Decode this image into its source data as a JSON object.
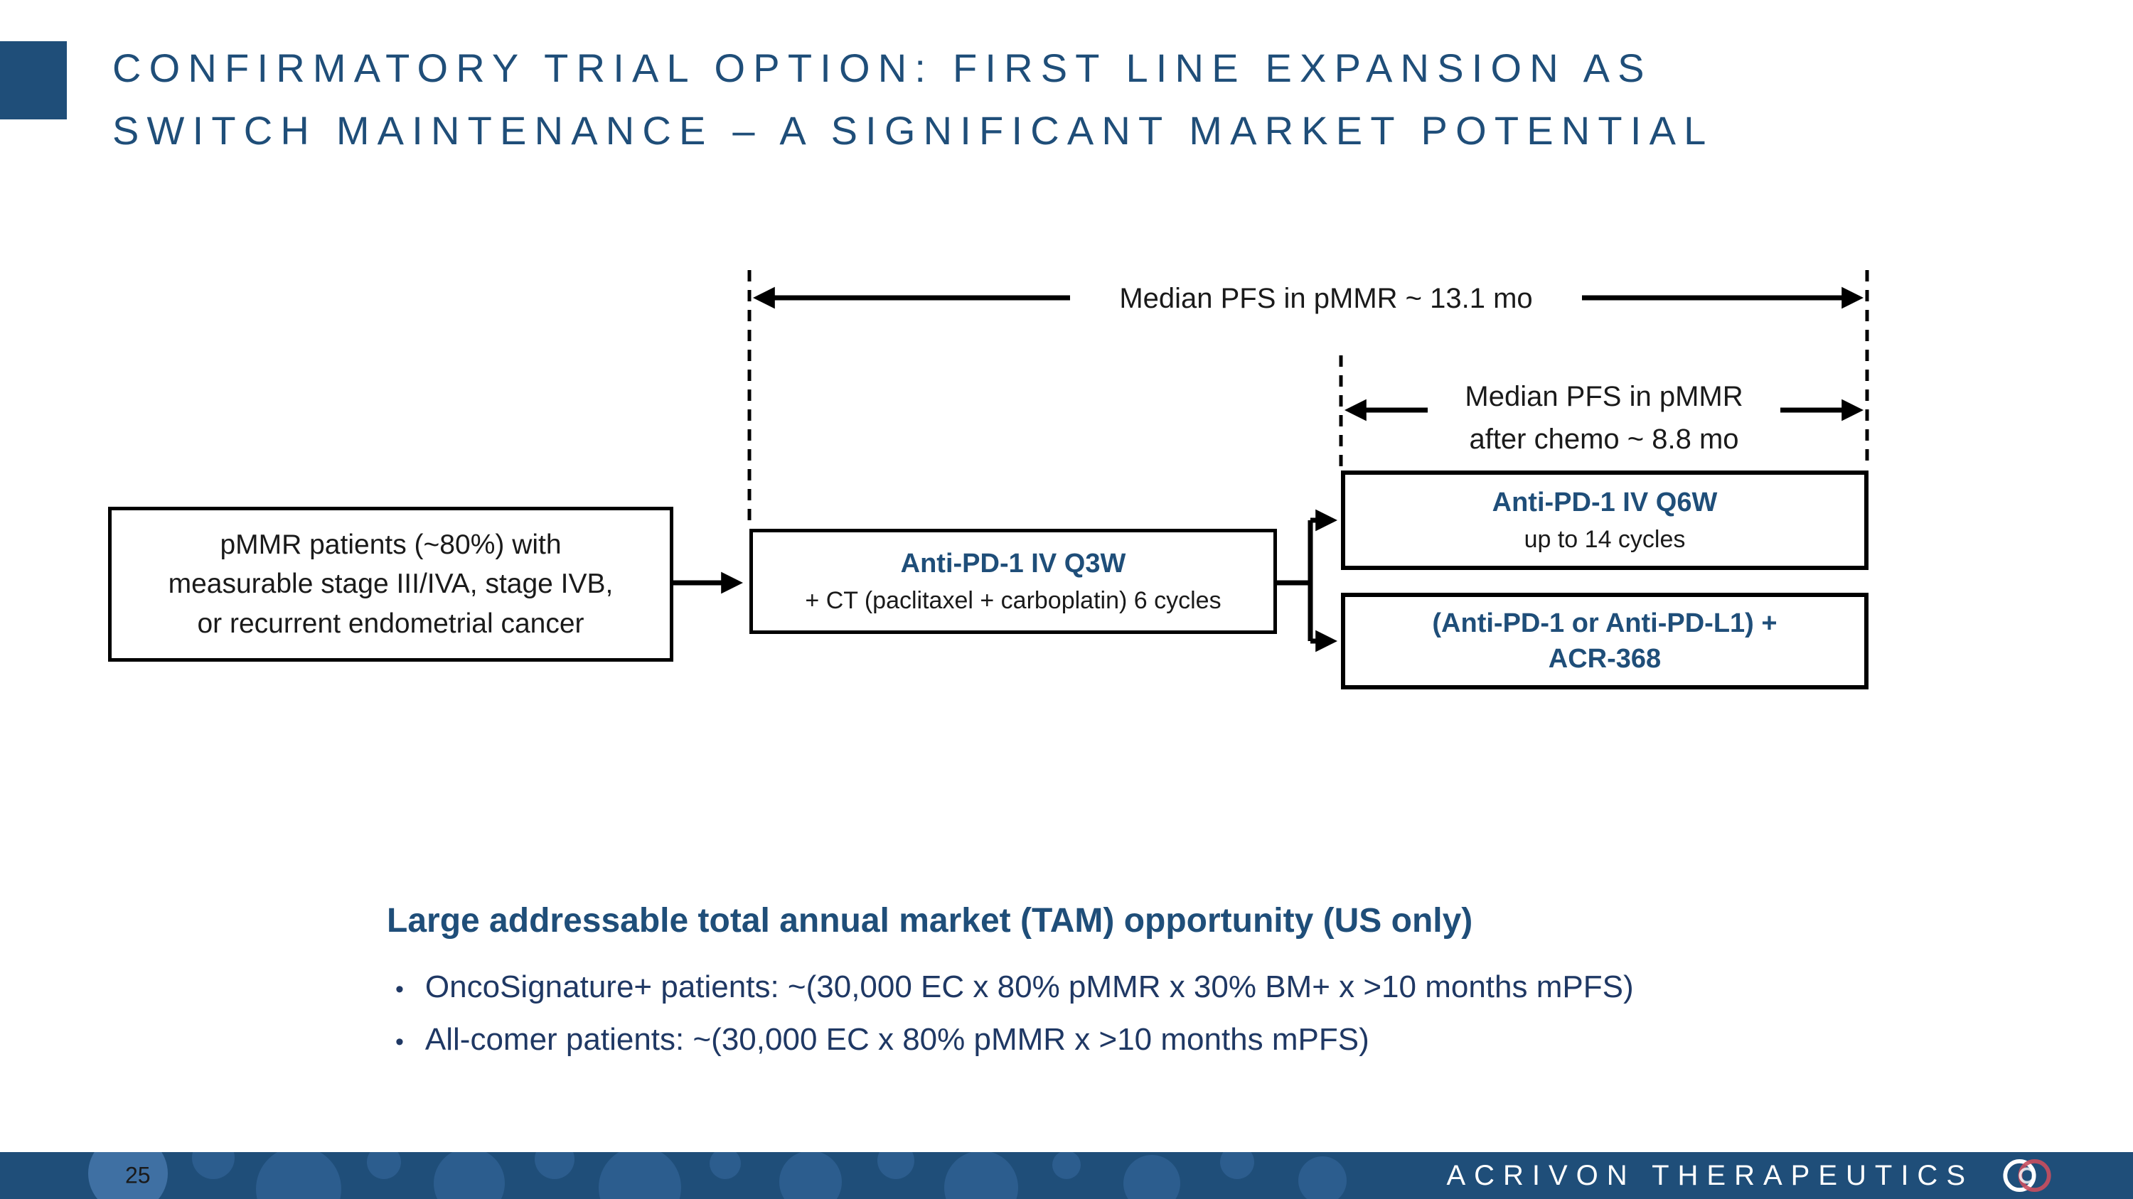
{
  "colors": {
    "accent": "#1F4E79",
    "body_text": "#1A1A1A",
    "bullet_text": "#1F3864",
    "box_border": "#000000",
    "footer_bg": "#1F4E79",
    "footer_circle": "#3A6CA3",
    "brand_text": "#FFFFFF",
    "logo_red": "#C94F5E",
    "page_number_text": "#1A1A1A"
  },
  "title": {
    "line1": "CONFIRMATORY TRIAL OPTION: FIRST LINE EXPANSION AS",
    "line2": "SWITCH MAINTENANCE – A SIGNIFICANT MARKET POTENTIAL"
  },
  "diagram": {
    "patients_box": {
      "lines": [
        "pMMR patients (~80%) with",
        "measurable stage III/IVA, stage IVB,",
        "or recurrent endometrial cancer"
      ]
    },
    "chemo_box": {
      "title": "Anti-PD-1 IV Q3W",
      "subtitle": "+ CT (paclitaxel + carboplatin) 6 cycles"
    },
    "maintenance_box_1": {
      "title": "Anti-PD-1 IV Q6W",
      "subtitle": "up to 14 cycles"
    },
    "maintenance_box_2": {
      "lines": [
        "(Anti-PD-1 or Anti-PD-L1) +",
        "ACR-368"
      ]
    },
    "pfs_total_label": "Median PFS in pMMR ~ 13.1 mo",
    "pfs_after_chemo_label": {
      "lines": [
        "Median PFS in pMMR",
        "after chemo ~ 8.8 mo"
      ]
    }
  },
  "tam": {
    "heading": "Large addressable total annual market (TAM) opportunity (US only)",
    "bullet_glyph": "•",
    "bullets": [
      "OncoSignature+ patients: ~(30,000 EC x 80% pMMR x 30% BM+ x >10 months mPFS)",
      "All-comer patients: ~(30,000 EC x 80% pMMR x >10 months mPFS)"
    ]
  },
  "footer": {
    "page_number": "25",
    "brand": "ACRIVON THERAPEUTICS",
    "logo": "acrivon-rings-logo"
  }
}
